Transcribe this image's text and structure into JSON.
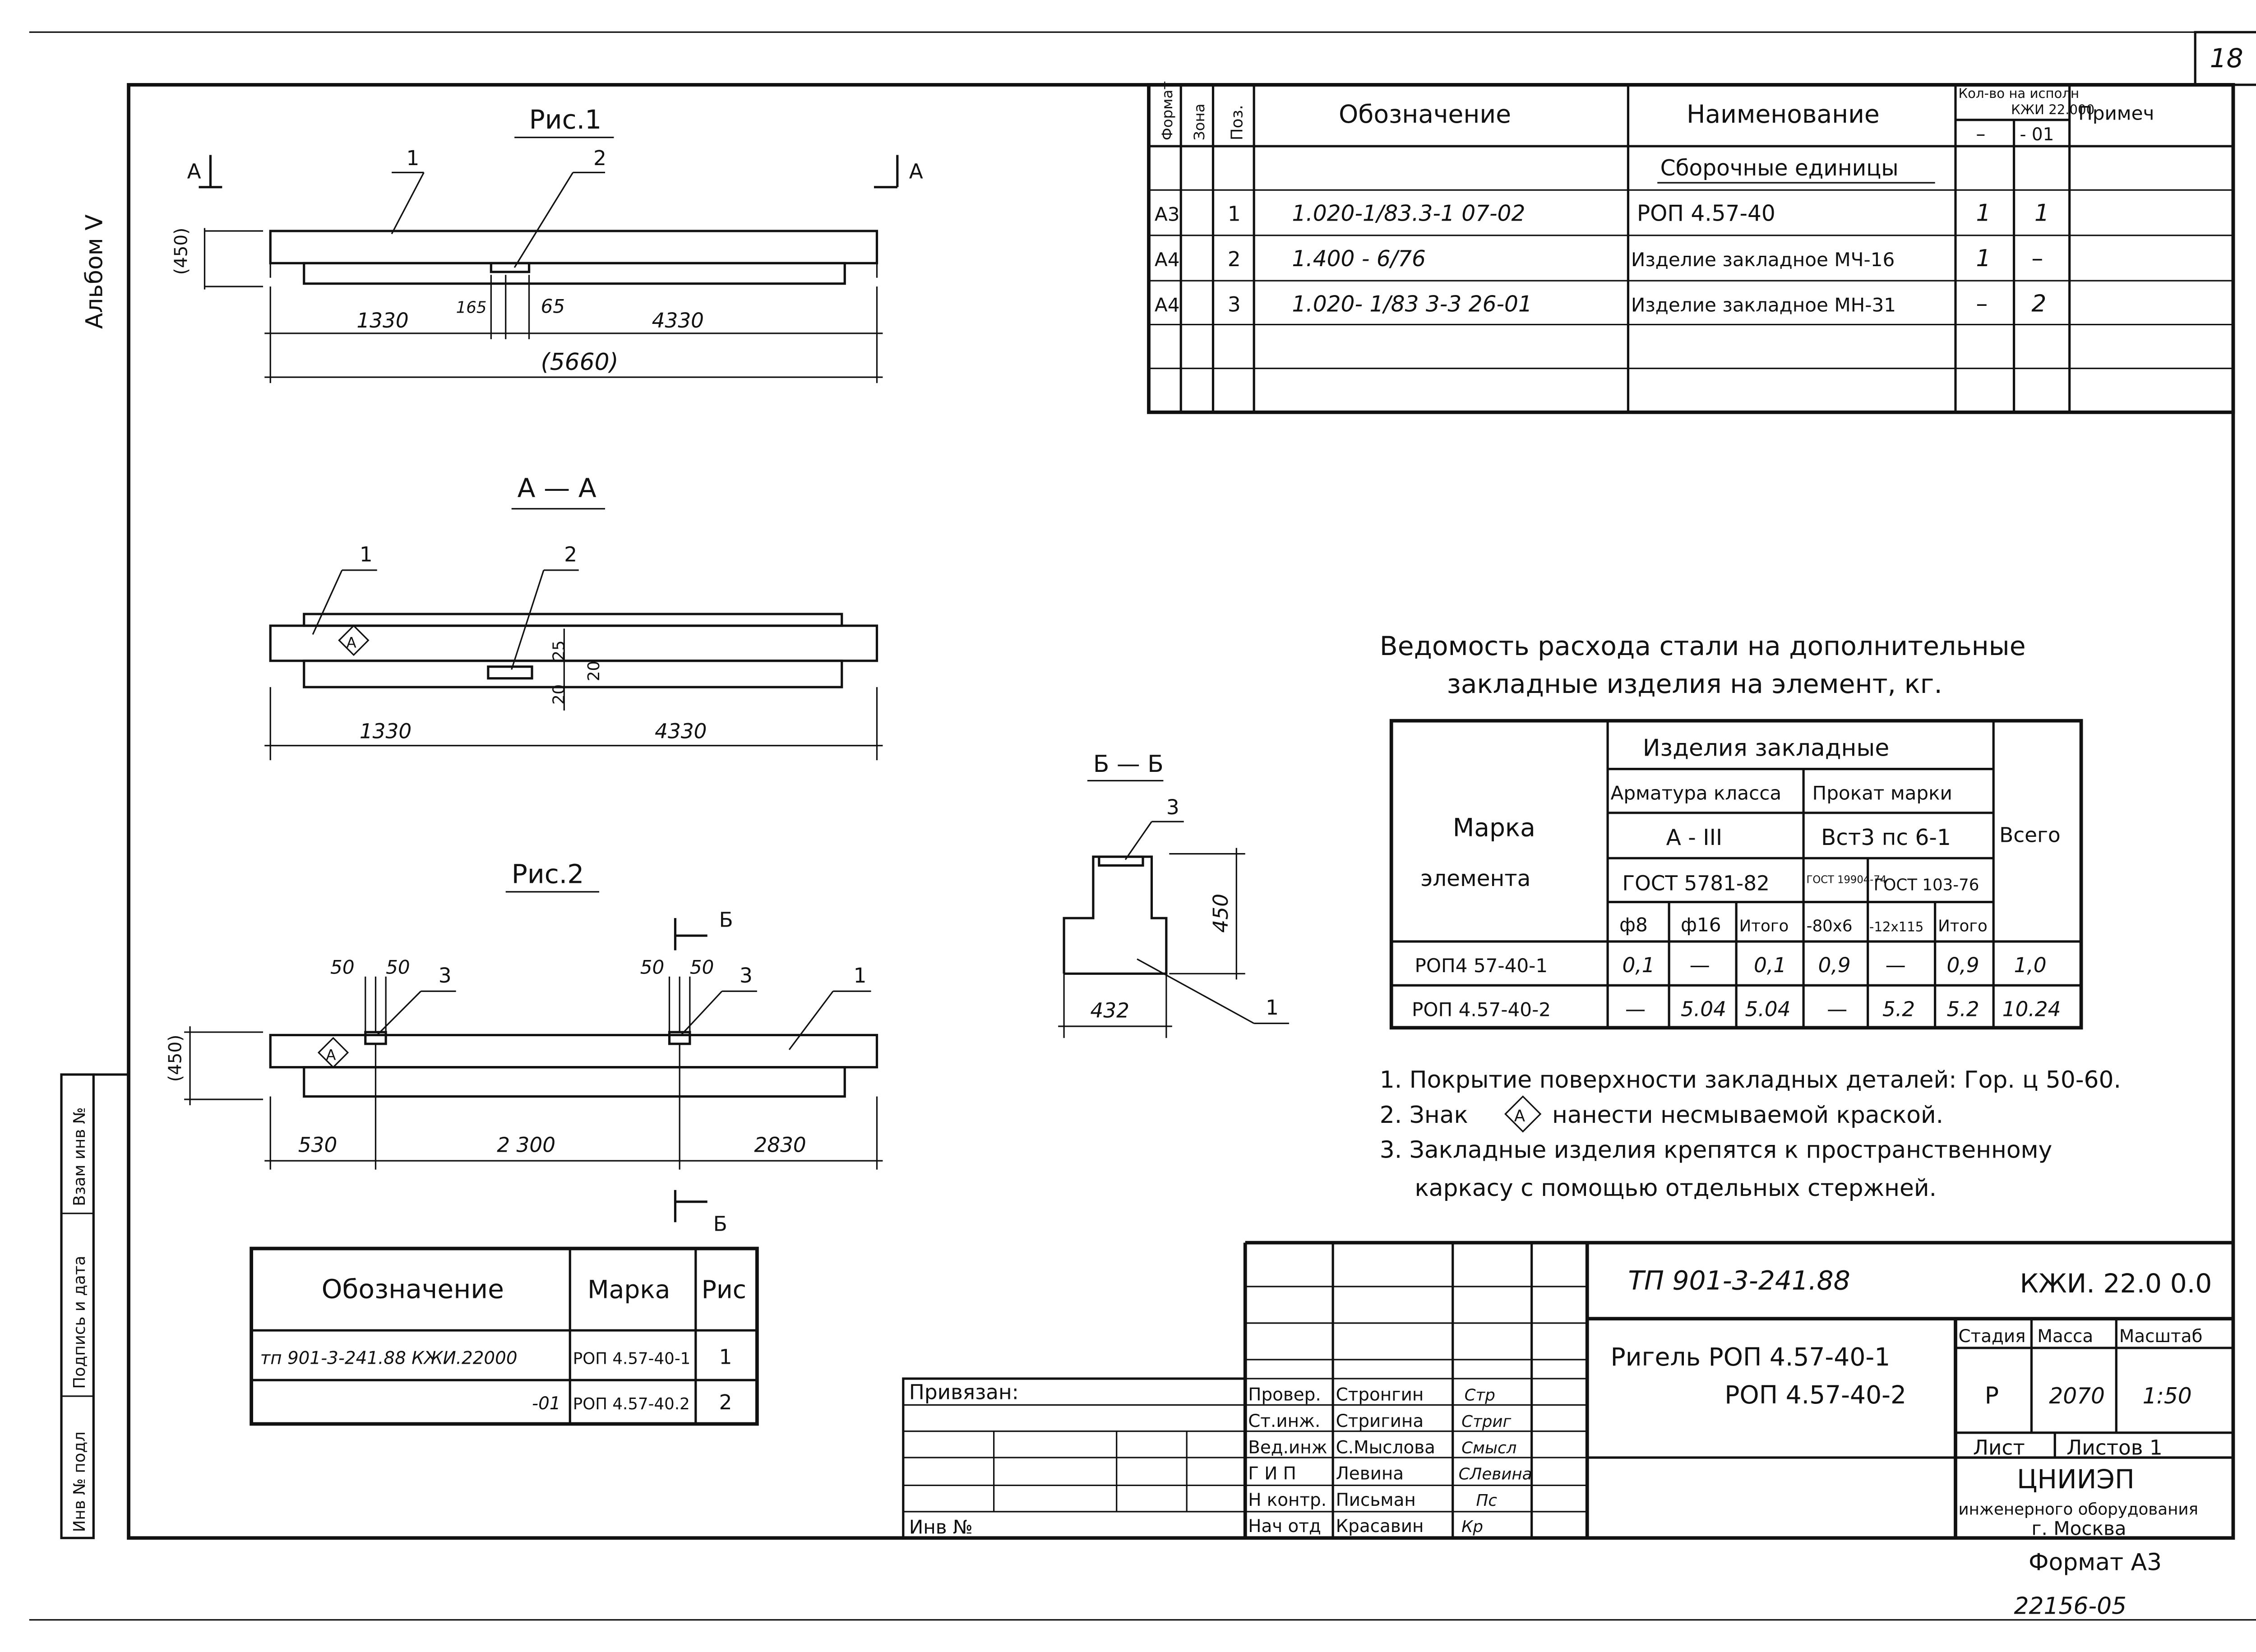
{
  "sheet_number": "18",
  "album_label": "Альбом V",
  "side_stamp": {
    "inv_podl": "Инв № подл",
    "podpis_data": "Подпись и дата",
    "vzam_inv": "Взам инв №"
  },
  "figure1": {
    "title": "Рис.1",
    "section_mark_left": "А",
    "section_mark_right": "А",
    "pos1": "1",
    "pos2": "2",
    "height_dim": "(450)",
    "dim_1330": "1330",
    "dim_165": "165",
    "dim_65": "65",
    "dim_4330": "4330",
    "dim_total": "(5660)"
  },
  "section_aa": {
    "title": "А — А",
    "pos1": "1",
    "pos2": "2",
    "mark": "А",
    "dim_25": "25",
    "dim_20a": "20",
    "dim_20b": "20",
    "dim_1330": "1330",
    "dim_4330": "4330"
  },
  "figure2": {
    "title": "Рис.2",
    "section_mark_top": "Б",
    "section_mark_bottom": "Б",
    "pos1": "1",
    "pos3a": "3",
    "pos3b": "3",
    "dim_50a": "50",
    "dim_50b": "50",
    "dim_50c": "50",
    "dim_50d": "50",
    "height_dim": "(450)",
    "mark": "А",
    "dim_530": "530",
    "dim_2300": "2 300",
    "dim_2830": "2830"
  },
  "section_bb": {
    "title": "Б — Б",
    "pos3": "3",
    "pos1": "1",
    "dim_450": "450",
    "dim_432": "432"
  },
  "spec_table": {
    "headers": {
      "form": "Формат",
      "zona": "Зона",
      "poz": "Поз.",
      "oboznachenie": "Обозначение",
      "naimenovanie": "Наименование",
      "kol_vo": "Кол-во на исполн",
      "kzh": "КЖИ 22.000",
      "primech": "Примеч",
      "sub_dash": "–",
      "sub_01": "- 01"
    },
    "section_title": "Сборочные единицы",
    "rows": [
      {
        "form": "А3",
        "poz": "1",
        "oboznachenie": "1.020-1/83.3-1 07-02",
        "naimenovanie": "РОП 4.57-40",
        "q1": "1",
        "q2": "1"
      },
      {
        "form": "А4",
        "poz": "2",
        "oboznachenie": "1.400 - 6/76",
        "naimenovanie": "Изделие закладное МЧ-16",
        "q1": "1",
        "q2": "–"
      },
      {
        "form": "А4",
        "poz": "3",
        "oboznachenie": "1.020- 1/83 3-3 26-01",
        "naimenovanie": "Изделие закладное МН-31",
        "q1": "–",
        "q2": "2"
      }
    ]
  },
  "steel_table": {
    "title_line1": "Ведомость расхода стали на дополнительные",
    "title_line2": "закладные изделия на элемент, кг.",
    "col_marka": "Марка",
    "col_elementa": "элемента",
    "izdelia": "Изделия закладные",
    "armatura": "Арматура класса",
    "prokat": "Прокат марки",
    "vsego": "Всего",
    "klass": "А - III",
    "marka_stali": "Вст3 пс 6-1",
    "gost1": "ГОСТ 5781-82",
    "gost2": "ГОСТ 19904-74",
    "gost3": "ГОСТ 103-76",
    "sub": [
      "ф8",
      "ф16",
      "Итого",
      "-80x6",
      "-12x115",
      "Итого"
    ],
    "rows": [
      {
        "marka": "РОП4 57-40-1",
        "v": [
          "0,1",
          "—",
          "0,1",
          "0,9",
          "—",
          "0,9",
          "1,0"
        ]
      },
      {
        "marka": "РОП 4.57-40-2",
        "v": [
          "—",
          "5.04",
          "5.04",
          "—",
          "5.2",
          "5.2",
          "10.24"
        ]
      }
    ]
  },
  "notes": [
    "1. Покрытие поверхности закладных деталей: Гор. ц 50-60.",
    "2. Знак",
    "нанести несмываемой краской.",
    "3. Закладные изделия крепятся к пространственному",
    "каркасу с помощью отдельных стержней."
  ],
  "notes_mark": "А",
  "mark_table": {
    "h_oboz": "Обозначение",
    "h_marka": "Марка",
    "h_ris": "Рис",
    "rows": [
      {
        "oboz": "тп 901-3-241.88 КЖИ.22000",
        "marka": "РОП 4.57-40-1",
        "ris": "1"
      },
      {
        "oboz": "-01",
        "marka": "РОП 4.57-40.2",
        "ris": "2"
      }
    ]
  },
  "title_block": {
    "project": "ТП 901-3-241.88",
    "code": "КЖИ. 22.0 0.0",
    "name_line1": "Ригель РОП 4.57-40-1",
    "name_line2": "РОП 4.57-40-2",
    "stadia_h": "Стадия",
    "massa_h": "Масса",
    "masshtab_h": "Масштаб",
    "stadia": "Р",
    "massa": "2070",
    "masshtab": "1:50",
    "list": "Лист",
    "listov": "Листов 1",
    "org1": "ЦНИИЭП",
    "org2": "инженерного оборудования",
    "org3": "г. Москва",
    "privyazan": "Привязан:",
    "inv": "Инв №",
    "roles": [
      {
        "role": "Провер.",
        "name": "Стронгин",
        "sign": "Стр"
      },
      {
        "role": "Ст.инж.",
        "name": "Стригина",
        "sign": "Стриг"
      },
      {
        "role": "Вед.инж",
        "name": "С.Мыслова",
        "sign": "Смысл"
      },
      {
        "role": "Г И П",
        "name": "Левина",
        "sign": "СЛевина"
      },
      {
        "role": "Н контр.",
        "name": "Письман",
        "sign": "Пс"
      },
      {
        "role": "Нач отд",
        "name": "Красавин",
        "sign": "Кр"
      }
    ]
  },
  "format": "Формат А3",
  "handwritten_code": "22156-05"
}
